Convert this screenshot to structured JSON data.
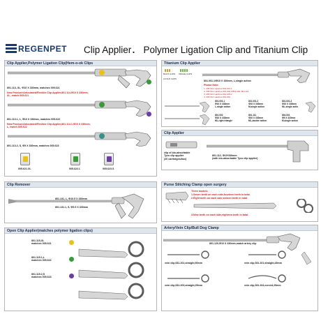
{
  "header": {
    "brand": "REGENPET",
    "title": "Clip Applier． Polymer Ligation Clip and Titanium Clip"
  },
  "colors": {
    "brand": "#1b3a6b",
    "panel_header": "#dfe6ee",
    "highlight_red": "#d42020",
    "badge_green": "#3a9a3a",
    "badge_purple": "#6a3fa0",
    "badge_yellow": "#e8c21a"
  },
  "polymer_applier": {
    "title": "Clip Applier,Polymer Ligation Clip(Hem-o-ok Clips",
    "item1": "801.113, XL, Φ10 X 330mm, matches 005.621",
    "new1": "New Product:Articulated/Flexible Clip Applier,801.114,Φ10 X 330mm,\nXL, match 005.621",
    "item2": "801.113.1, L, Φ10 X 330mm, matches 005.622",
    "new2": "New Product:Articulated/Flexible Clip Applier,801.114.1,Φ10 X 330mm,\nL, match 005.622",
    "item3": "801.113.2, S, Φ5 X 330mm, matches 005.623",
    "packs": [
      "005.621.XL",
      "005.622.L",
      "005.623.S"
    ]
  },
  "titanium_applier": {
    "title": "Titanium Clip Applier",
    "legend": [
      "MULTI-CLIPS",
      "SINGLE CLIPS",
      "2-FOLD CLIPS"
    ],
    "main": "801.001.1/Φ10 X 330mm, L,single action",
    "notes_title": "Please Note:",
    "notes": [
      "1. 005.612 matches 801.001.1",
      "2. 005.612 matches 801.002.1/801.002. 801.111",
      "3. 005.613 matches 801.003.2",
      "4. 005.614 matches 801.001"
    ],
    "specs": [
      "801.001.1\nΦ10 X 330mm\nL,single action",
      "801.001.2\nΦ10 X 330mm\nM,single action",
      "801.001.3\nΦ10 X 330mm\nML,single actio",
      "801.002\nΦ10 X 330mm\nML,right triangle",
      "801.111\nΦ10 X 330mm\nML,double action",
      "804.001\nΦ5 X 330mm\nM,single action"
    ]
  },
  "clip_applier": {
    "title": "Clip Applier",
    "left": "clip of bio-absorbable\nTyco clip applier\n(20 cartridges/box)",
    "right": "801.112, Φ10*330mm\n(with bio-absorbable Tyco clip applier)"
  },
  "clip_remover": {
    "title": "Clip Remover",
    "items": [
      "801.131, L, Φ10.5 X 330mm",
      "801.131.1, S, Φ5.5 X 330mm"
    ]
  },
  "purse": {
    "title": "Purse Stitching Clamp open surgery",
    "models_title": "Three models:",
    "model1": "1.Seven teeth on each side,fourteen teeth in total.",
    "model2": "2.Eight teeth on each side,sixteen teeth in total.",
    "code": "801.132",
    "model3": "3.Nine teeth on each side,eighteen teeth in total."
  },
  "open_clip": {
    "title": "Open Clip Applier(matches polymer ligation clips)",
    "items": [
      "801.115,XL\nmatches 005.621",
      "801.115.1,L\nmatches 005.622",
      "801.115.2,S\nmatches 005.623"
    ]
  },
  "artery": {
    "title": "Artery/Vein Clip/Bull Dog Clamp",
    "main": "801.120,Φ10 X 330mm,match artery clip",
    "items": [
      "vein clip,081.202,straight,50mm",
      "vein clip,081.201,straight,45mm",
      "vein clip,081.203,straight,25mm",
      "vein clip,081.204,curved,25mm"
    ]
  }
}
